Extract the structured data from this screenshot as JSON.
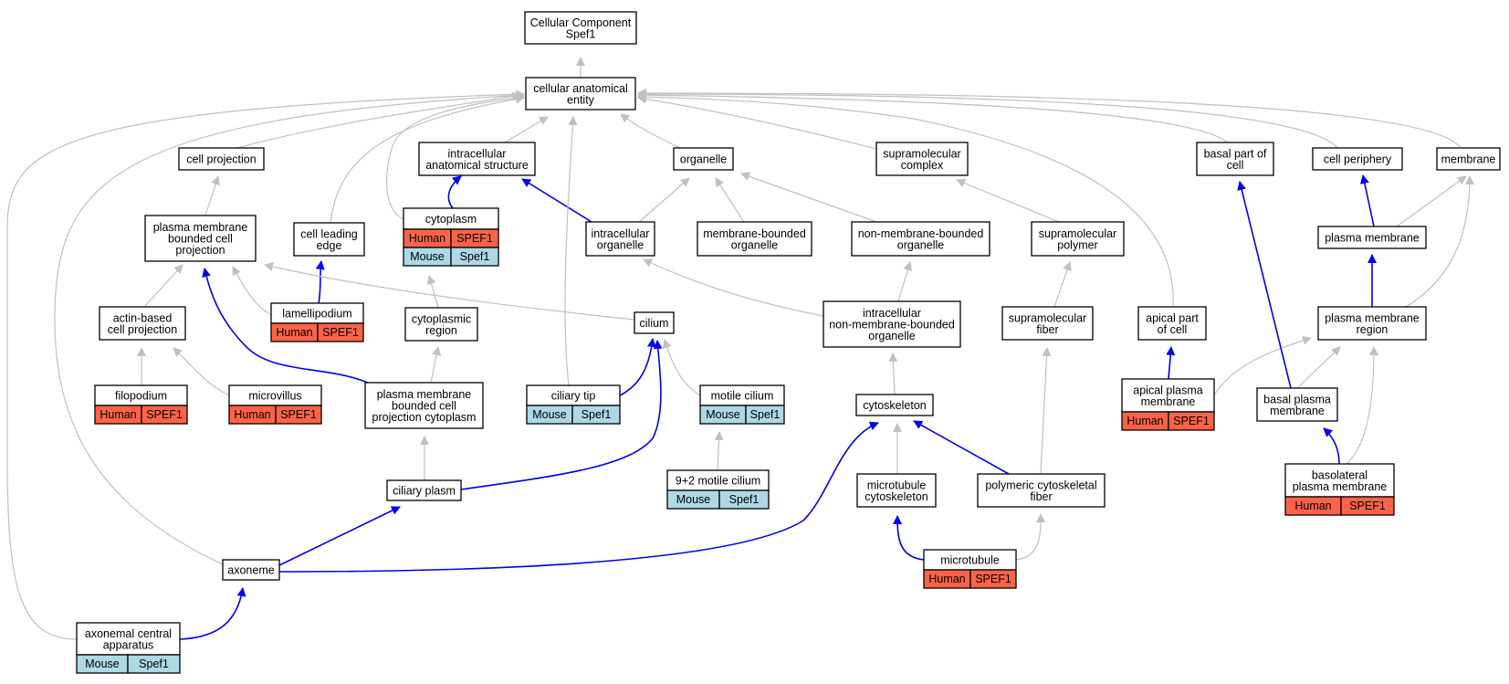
{
  "graph": {
    "colors": {
      "is_a": "#c0c0c0",
      "part_of": "#0000ee",
      "human": "#ff6347",
      "mouse": "#add8e6",
      "node_border": "#000000",
      "node_fill": "#ffffff"
    },
    "nodes": {
      "root": {
        "lines": [
          "Cellular Component",
          "Spef1"
        ]
      },
      "cae": {
        "lines": [
          "cellular anatomical",
          "entity"
        ]
      },
      "cellproj": {
        "lines": [
          "cell projection"
        ]
      },
      "ias": {
        "lines": [
          "intracellular",
          "anatomical structure"
        ]
      },
      "organelle": {
        "lines": [
          "organelle"
        ]
      },
      "supcomplex": {
        "lines": [
          "supramolecular",
          "complex"
        ]
      },
      "basalpart": {
        "lines": [
          "basal part of",
          "cell"
        ]
      },
      "periphery": {
        "lines": [
          "cell periphery"
        ]
      },
      "membrane": {
        "lines": [
          "membrane"
        ]
      },
      "pmbcp": {
        "lines": [
          "plasma membrane",
          "bounded cell",
          "projection"
        ]
      },
      "leadingedge": {
        "lines": [
          "cell leading",
          "edge"
        ]
      },
      "cytoplasm": {
        "lines": [
          "cytoplasm"
        ],
        "annot": [
          [
            "Human",
            "SPEF1"
          ],
          [
            "Mouse",
            "Spef1"
          ]
        ]
      },
      "intraorg": {
        "lines": [
          "intracellular",
          "organelle"
        ]
      },
      "mbo": {
        "lines": [
          "membrane-bounded",
          "organelle"
        ]
      },
      "nmbo": {
        "lines": [
          "non-membrane-bounded",
          "organelle"
        ]
      },
      "suppoly": {
        "lines": [
          "supramolecular",
          "polymer"
        ]
      },
      "pm": {
        "lines": [
          "plasma membrane"
        ]
      },
      "actin": {
        "lines": [
          "actin-based",
          "cell projection"
        ]
      },
      "lamelli": {
        "lines": [
          "lamellipodium"
        ],
        "annot": [
          [
            "Human",
            "SPEF1"
          ]
        ]
      },
      "cytoregion": {
        "lines": [
          "cytoplasmic",
          "region"
        ]
      },
      "cilium": {
        "lines": [
          "cilium"
        ]
      },
      "inmbo": {
        "lines": [
          "intracellular",
          "non-membrane-bounded",
          "organelle"
        ]
      },
      "supfiber": {
        "lines": [
          "supramolecular",
          "fiber"
        ]
      },
      "apicalpart": {
        "lines": [
          "apical part",
          "of cell"
        ]
      },
      "pmregion": {
        "lines": [
          "plasma membrane",
          "region"
        ]
      },
      "filopodium": {
        "lines": [
          "filopodium"
        ],
        "annot": [
          [
            "Human",
            "SPEF1"
          ]
        ]
      },
      "microvillus": {
        "lines": [
          "microvillus"
        ],
        "annot": [
          [
            "Human",
            "SPEF1"
          ]
        ]
      },
      "pmbcpc": {
        "lines": [
          "plasma membrane",
          "bounded cell",
          "projection cytoplasm"
        ]
      },
      "ciliarytip": {
        "lines": [
          "ciliary tip"
        ],
        "annot": [
          [
            "Mouse",
            "Spef1"
          ]
        ]
      },
      "motile": {
        "lines": [
          "motile cilium"
        ],
        "annot": [
          [
            "Mouse",
            "Spef1"
          ]
        ]
      },
      "cytoskeleton": {
        "lines": [
          "cytoskeleton"
        ]
      },
      "apicalpm": {
        "lines": [
          "apical plasma",
          "membrane"
        ],
        "annot": [
          [
            "Human",
            "SPEF1"
          ]
        ]
      },
      "basalpm": {
        "lines": [
          "basal plasma",
          "membrane"
        ]
      },
      "ninetwo": {
        "lines": [
          "9+2 motile cilium"
        ],
        "annot": [
          [
            "Mouse",
            "Spef1"
          ]
        ]
      },
      "ciliaryplasm": {
        "lines": [
          "ciliary plasm"
        ]
      },
      "mtcyto": {
        "lines": [
          "microtubule",
          "cytoskeleton"
        ]
      },
      "polyfiber": {
        "lines": [
          "polymeric cytoskeletal",
          "fiber"
        ]
      },
      "basolateral": {
        "lines": [
          "basolateral",
          "plasma membrane"
        ],
        "annot": [
          [
            "Human",
            "SPEF1"
          ]
        ]
      },
      "axoneme": {
        "lines": [
          "axoneme"
        ]
      },
      "microtubule": {
        "lines": [
          "microtubule"
        ],
        "annot": [
          [
            "Human",
            "SPEF1"
          ]
        ]
      },
      "centralapp": {
        "lines": [
          "axonemal central",
          "apparatus"
        ],
        "annot": [
          [
            "Mouse",
            "Spef1"
          ]
        ]
      }
    }
  }
}
